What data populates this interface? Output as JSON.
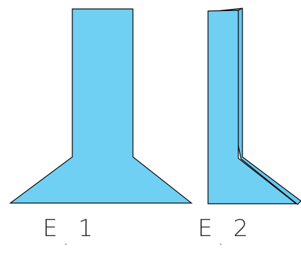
{
  "figures": [
    {
      "id": "fig-1",
      "label_letter": "E",
      "label_mark": "˛",
      "label_number": "1",
      "view": "front"
    },
    {
      "id": "fig-2",
      "label_letter": "E",
      "label_mark": "˛",
      "label_number": "2",
      "view": "side"
    }
  ],
  "colors": {
    "fill": "#6FD0F4",
    "fill_back": "#66C9EE",
    "stroke": "#000000",
    "background": "#FFFFFF"
  }
}
